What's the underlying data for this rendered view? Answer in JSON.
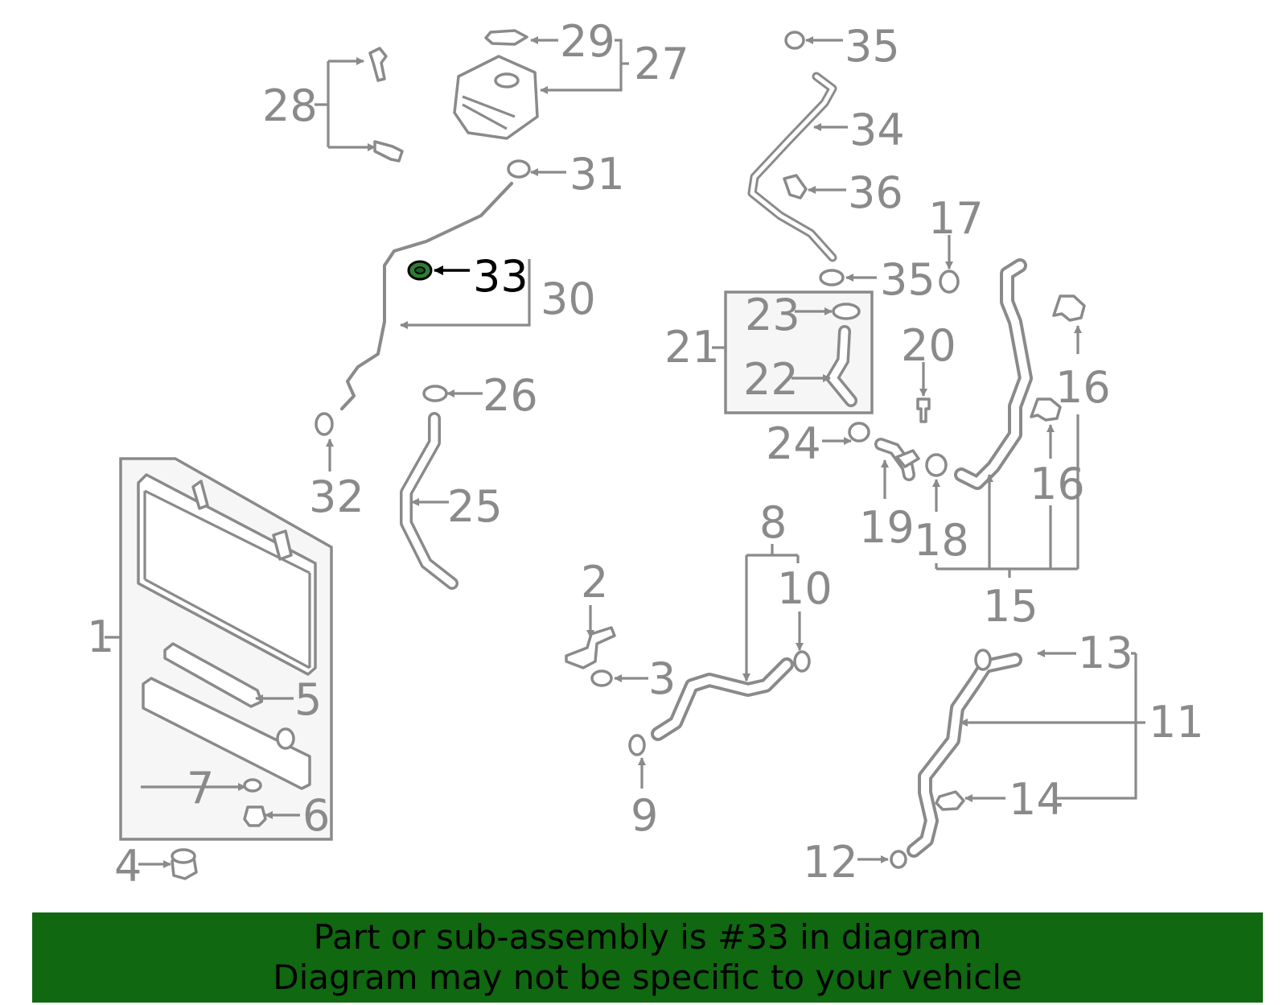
{
  "diagram": {
    "callouts": [
      "1",
      "2",
      "3",
      "4",
      "5",
      "6",
      "7",
      "8",
      "9",
      "10",
      "11",
      "12",
      "13",
      "14",
      "15",
      "16",
      "16",
      "17",
      "18",
      "19",
      "20",
      "21",
      "22",
      "23",
      "24",
      "25",
      "26",
      "27",
      "28",
      "29",
      "30",
      "31",
      "32",
      "33",
      "34",
      "35",
      "35",
      "36"
    ],
    "highlighted_part": "33",
    "highlight_color": "#2e7d32",
    "line_color": "#8a8a8a"
  },
  "banner": {
    "line1": "Part or sub-assembly is #33 in diagram",
    "line2": "Diagram may not be specific to your vehicle",
    "background": "#106810"
  }
}
